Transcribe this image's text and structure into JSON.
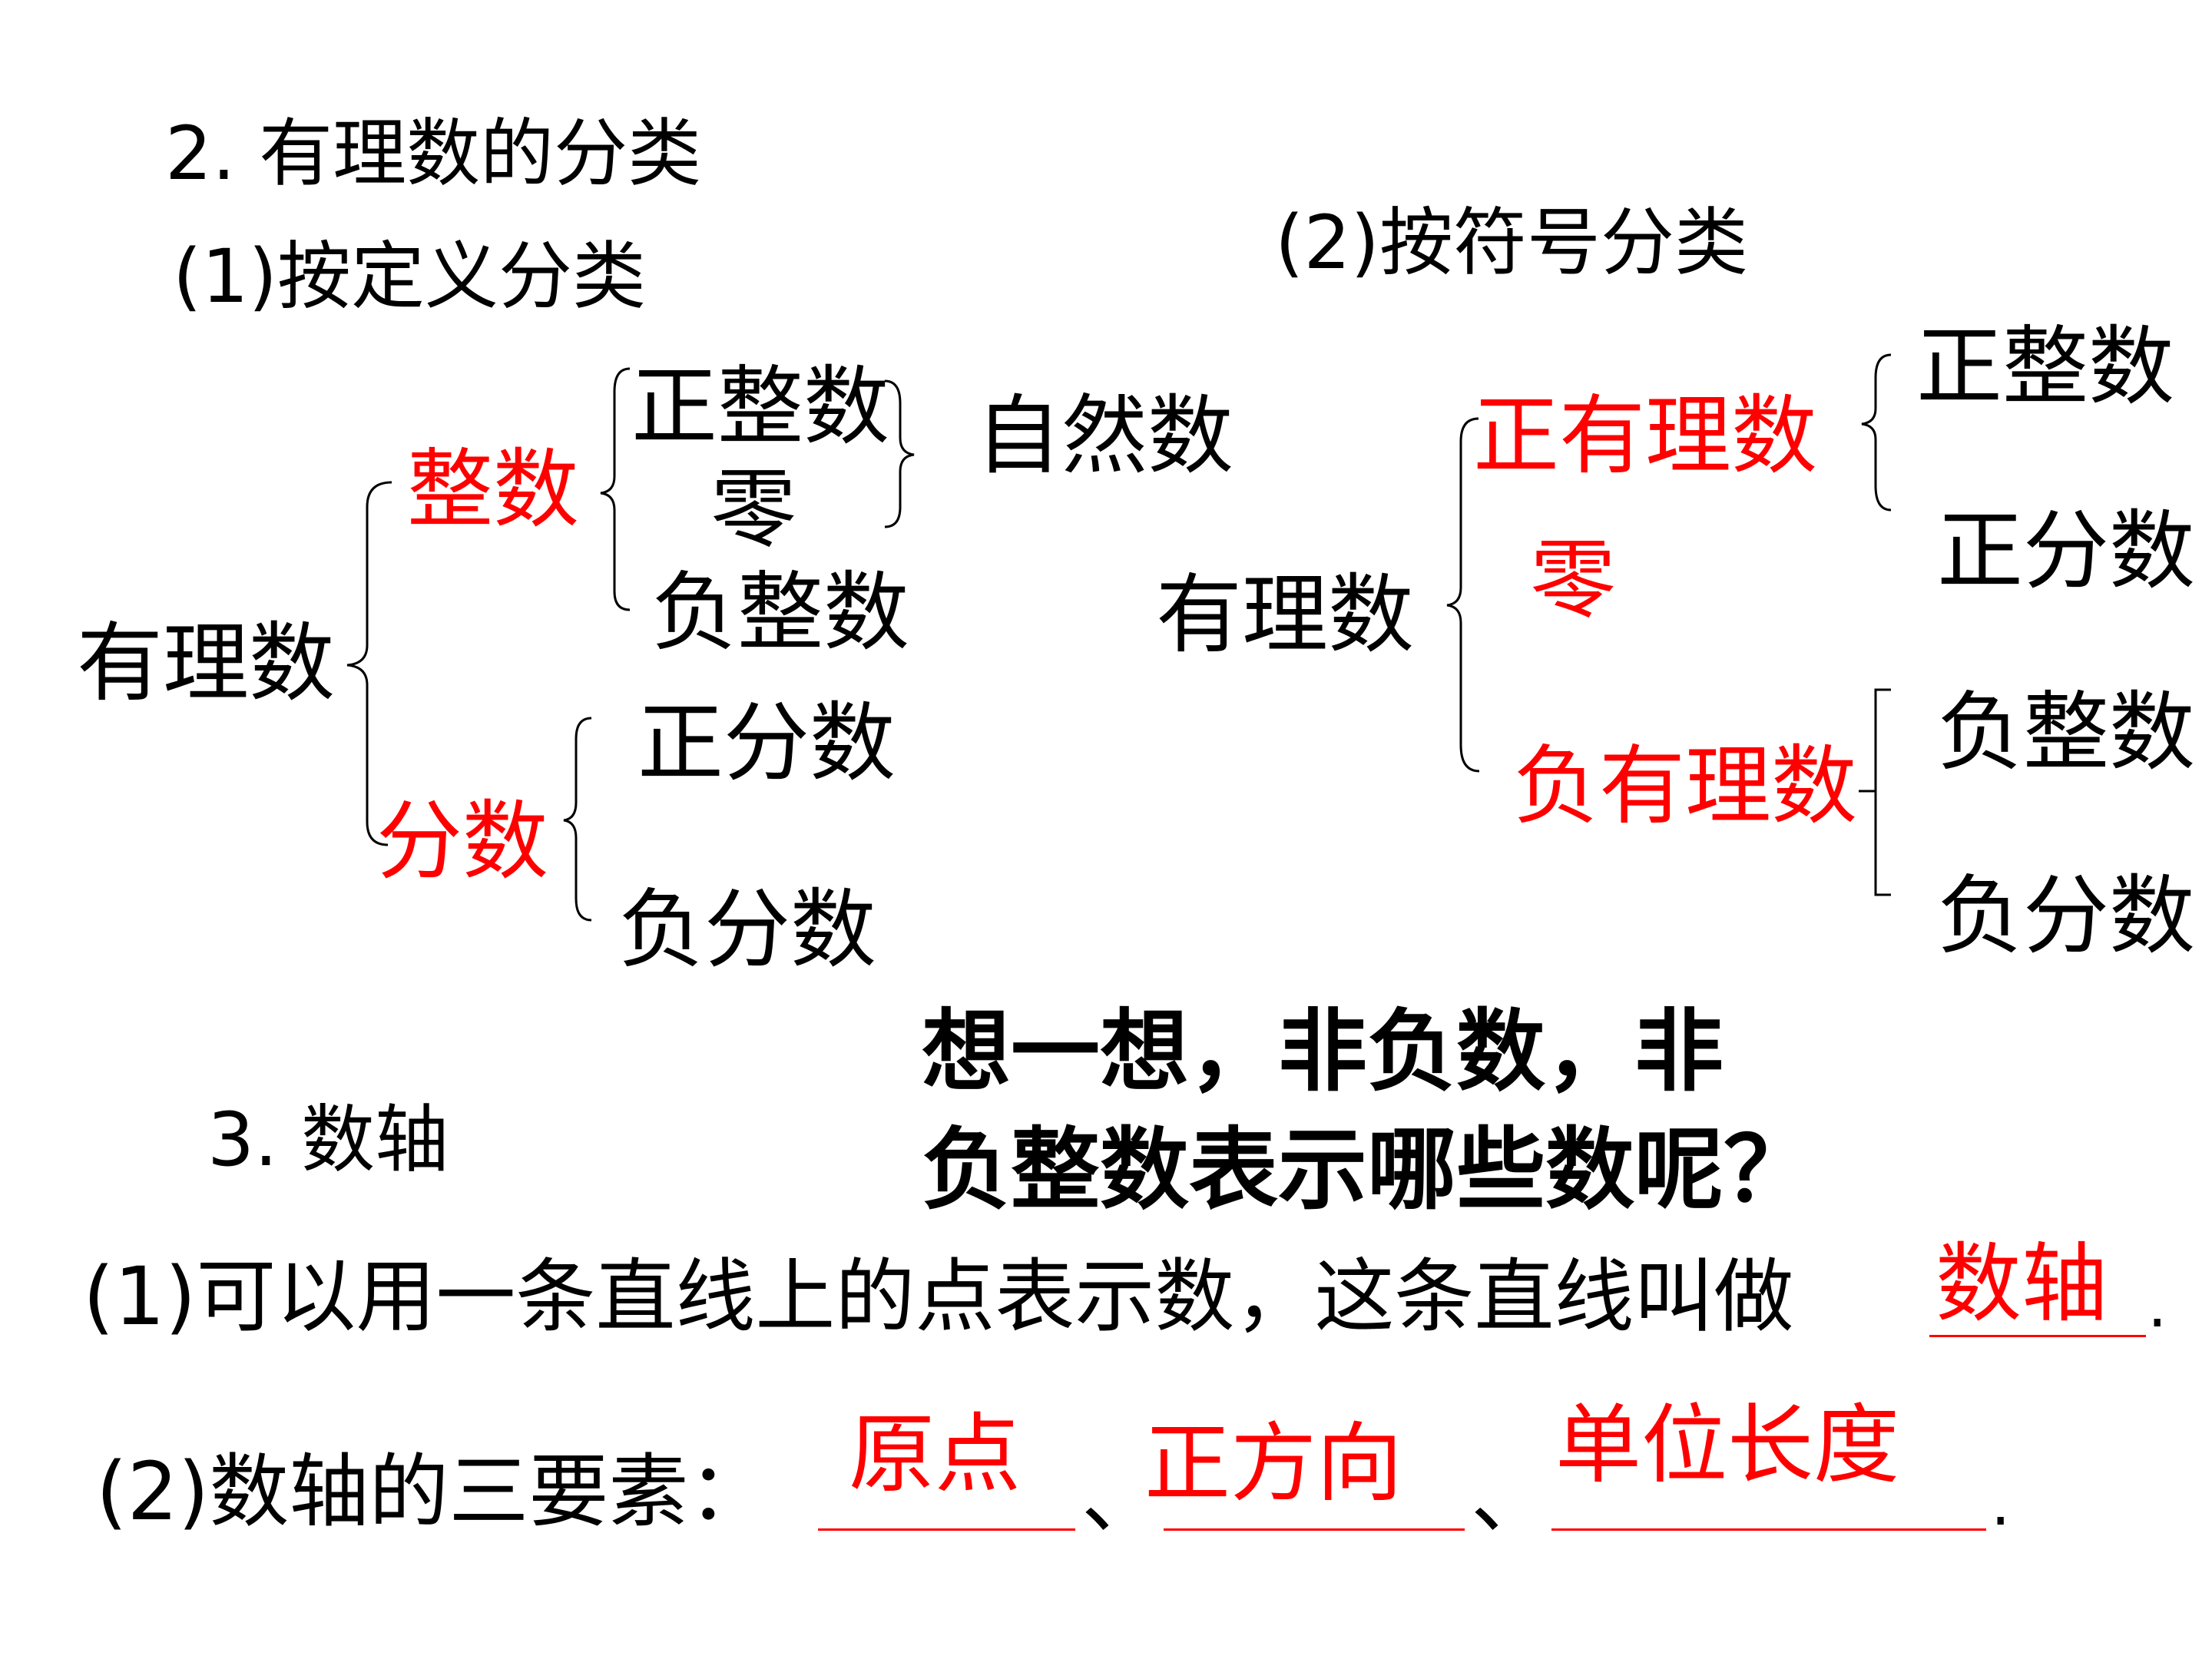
{
  "section2": {
    "title": "2. 有理数的分类",
    "part1": {
      "heading": "(1)按定义分类",
      "root": "有理数",
      "integer": "整数",
      "positive_integer": "正整数",
      "zero": "零",
      "negative_integer": "负整数",
      "natural_number": "自然数",
      "fraction": "分数",
      "positive_fraction": "正分数",
      "negative_fraction": "负分数"
    },
    "part2": {
      "heading": "(2)按符号分类",
      "root": "有理数",
      "positive_rational": "正有理数",
      "zero": "零",
      "negative_rational": "负有理数",
      "positive_integer": "正整数",
      "positive_fraction": "正分数",
      "negative_integer": "负整数",
      "negative_fraction": "负分数"
    }
  },
  "question": {
    "line1": "想一想，非负数，非",
    "line2": "负整数表示哪些数呢？"
  },
  "section3": {
    "title": "3. 数轴",
    "item1": {
      "text": "(1)可以用一条直线上的点表示数，这条直线叫做",
      "answer": "数轴",
      "end": "."
    },
    "item2": {
      "text": "(2)数轴的三要素：",
      "answer1": "原点",
      "sep1": "、",
      "answer2": "正方向",
      "sep2": "、",
      "answer3": "单位长度",
      "end": "."
    }
  },
  "colors": {
    "text": "#000000",
    "highlight": "#ff0000",
    "background": "#ffffff"
  }
}
